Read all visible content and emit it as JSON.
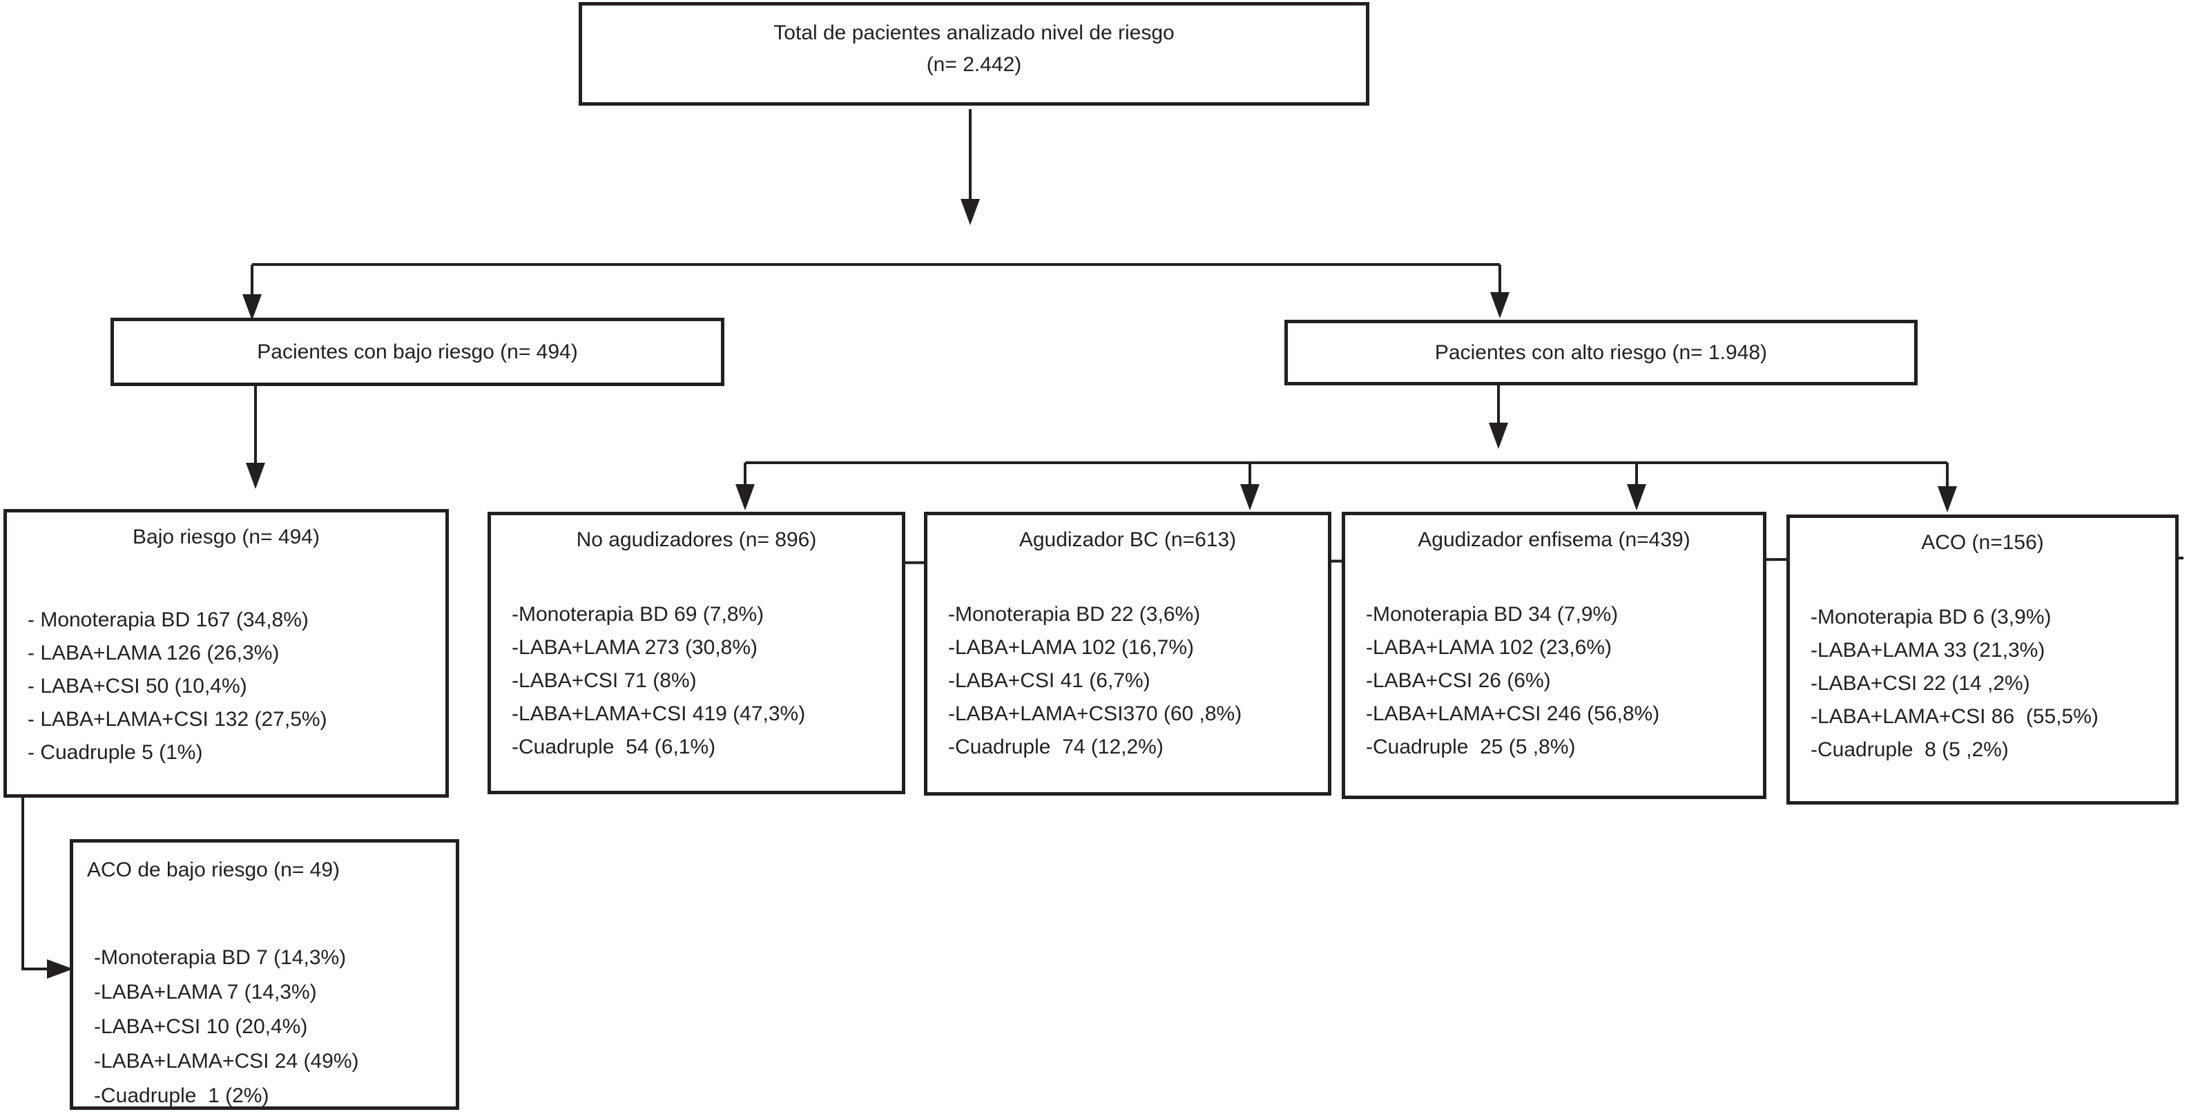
{
  "colors": {
    "ink": "#231f20",
    "background": "#ffffff"
  },
  "nodes": {
    "total": {
      "title": "Total de pacientes analizado nivel de riesgo",
      "n": "(n= 2.442)"
    },
    "bajo_riesgo_l2": {
      "title": "Pacientes con bajo riesgo (n= 494)"
    },
    "alto_riesgo_l2": {
      "title": "Pacientes con alto riesgo (n= 1.948)"
    },
    "bajo_riesgo": {
      "title": "Bajo riesgo (n= 494)",
      "items": [
        "- Monoterapia BD 167 (34,8%)",
        "- LABA+LAMA 126 (26,3%)",
        "- LABA+CSI 50 (10,4%)",
        "- LABA+LAMA+CSI 132 (27,5%)",
        "- Cuadruple 5 (1%)"
      ]
    },
    "no_agudizadores": {
      "title": "No agudizadores (n= 896)",
      "items": [
        "-Monoterapia BD 69 (7,8%)",
        "-LABA+LAMA 273 (30,8%)",
        "-LABA+CSI 71 (8%)",
        "-LABA+LAMA+CSI 419 (47,3%)",
        "-Cuadruple  54 (6,1%)"
      ]
    },
    "agudizador_bc": {
      "title": "Agudizador BC (n=613)",
      "items": [
        "-Monoterapia BD 22 (3,6%)",
        "-LABA+LAMA 102 (16,7%)",
        "-LABA+CSI 41 (6,7%)",
        "-LABA+LAMA+CSI370 (60 ,8%)",
        "-Cuadruple  74 (12,2%)"
      ]
    },
    "agudizador_enfisema": {
      "title": "Agudizador enfisema (n=439)",
      "items": [
        "-Monoterapia BD 34 (7,9%)",
        "-LABA+LAMA 102 (23,6%)",
        "-LABA+CSI 26 (6%)",
        "-LABA+LAMA+CSI 246 (56,8%)",
        "-Cuadruple  25 (5 ,8%)"
      ]
    },
    "aco": {
      "title": "ACO (n=156)",
      "items": [
        "-Monoterapia BD 6 (3,9%)",
        "-LABA+LAMA 33 (21,3%)",
        "-LABA+CSI 22 (14 ,2%)",
        "-LABA+LAMA+CSI 86  (55,5%)",
        "-Cuadruple  8 (5 ,2%)"
      ]
    },
    "aco_bajo_riesgo": {
      "title": "ACO de bajo riesgo (n= 49)",
      "items": [
        "-Monoterapia BD 7 (14,3%)",
        "-LABA+LAMA 7 (14,3%)",
        "-LABA+CSI 10 (20,4%)",
        "-LABA+LAMA+CSI 24 (49%)",
        "-Cuadruple  1 (2%)"
      ]
    }
  }
}
